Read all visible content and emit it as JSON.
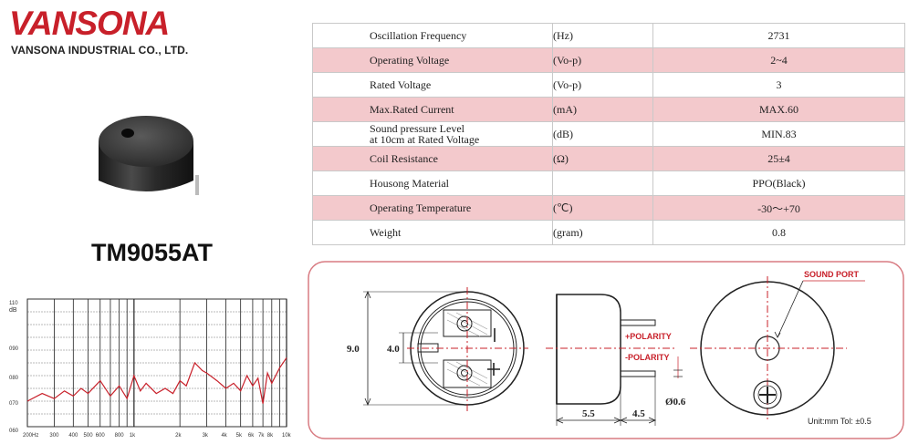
{
  "brand": {
    "logo": "VANSONA",
    "company": "VANSONA INDUSTRIAL CO., LTD.",
    "logo_color": "#c8202a"
  },
  "product": {
    "model": "TM9055AT"
  },
  "specs": [
    {
      "name": "Oscillation Frequency",
      "unit": "(Hz)",
      "value": "2731",
      "highlight": false
    },
    {
      "name": "Operating Voltage",
      "unit": "(Vo-p)",
      "value": "2~4",
      "highlight": true
    },
    {
      "name": "Rated Voltage",
      "unit": "(Vo-p)",
      "value": "3",
      "highlight": false
    },
    {
      "name": "Max.Rated Current",
      "unit": "(mA)",
      "value": "MAX.60",
      "highlight": true
    },
    {
      "name": "Sound pressure Level",
      "name2": "at 10cm at Rated Voltage",
      "unit": "(dB)",
      "value": "MIN.83",
      "highlight": false
    },
    {
      "name": "Coil Resistance",
      "unit": "(Ω)",
      "value": "25±4",
      "highlight": true
    },
    {
      "name": "Housong Material",
      "unit": "",
      "value": "PPO(Black)",
      "highlight": false
    },
    {
      "name": "Operating Temperature",
      "unit": "(℃)",
      "value": "-30～+70",
      "highlight": true
    },
    {
      "name": "Weight",
      "unit": "(gram)",
      "value": "0.8",
      "highlight": false
    }
  ],
  "table_colors": {
    "highlight": "#f3c9cc",
    "border": "#c9c9c9"
  },
  "chart_data": {
    "type": "line",
    "ylabel": "dB",
    "yticks": [
      "110",
      "090",
      "080",
      "070",
      "060"
    ],
    "xticks": [
      "200Hz",
      "300",
      "400",
      "500",
      "600",
      "800",
      "1k",
      "2k",
      "3k",
      "4k",
      "5k",
      "6k",
      "7k",
      "8k",
      "10k"
    ],
    "x": [
      200,
      250,
      300,
      350,
      400,
      450,
      500,
      600,
      700,
      800,
      900,
      1000,
      1100,
      1200,
      1400,
      1600,
      1800,
      2000,
      2200,
      2500,
      2800,
      3000,
      3500,
      4000,
      4500,
      5000,
      5500,
      6000,
      6500,
      7000,
      7500,
      8000,
      9000,
      10000
    ],
    "values": [
      70,
      73,
      71,
      74,
      72,
      75,
      73,
      78,
      72,
      76,
      71,
      80,
      74,
      77,
      73,
      75,
      73,
      78,
      76,
      85,
      82,
      81,
      78,
      75,
      77,
      74,
      80,
      76,
      79,
      69,
      81,
      77,
      83,
      87
    ],
    "ylim": [
      60,
      110
    ],
    "line_color": "#c8202a"
  },
  "drawing": {
    "dim_height": "9.0",
    "dim_inner": "4.0",
    "dim_pin_space": "5.5",
    "dim_pin_len": "4.5",
    "dim_pin_dia": "Ø0.6",
    "label_pos": "+POLARITY",
    "label_neg": "-POLARITY",
    "label_port": "SOUND PORT",
    "unit_note": "Unit:mm  Tol: ±0.5",
    "accent": "#c8202a"
  }
}
